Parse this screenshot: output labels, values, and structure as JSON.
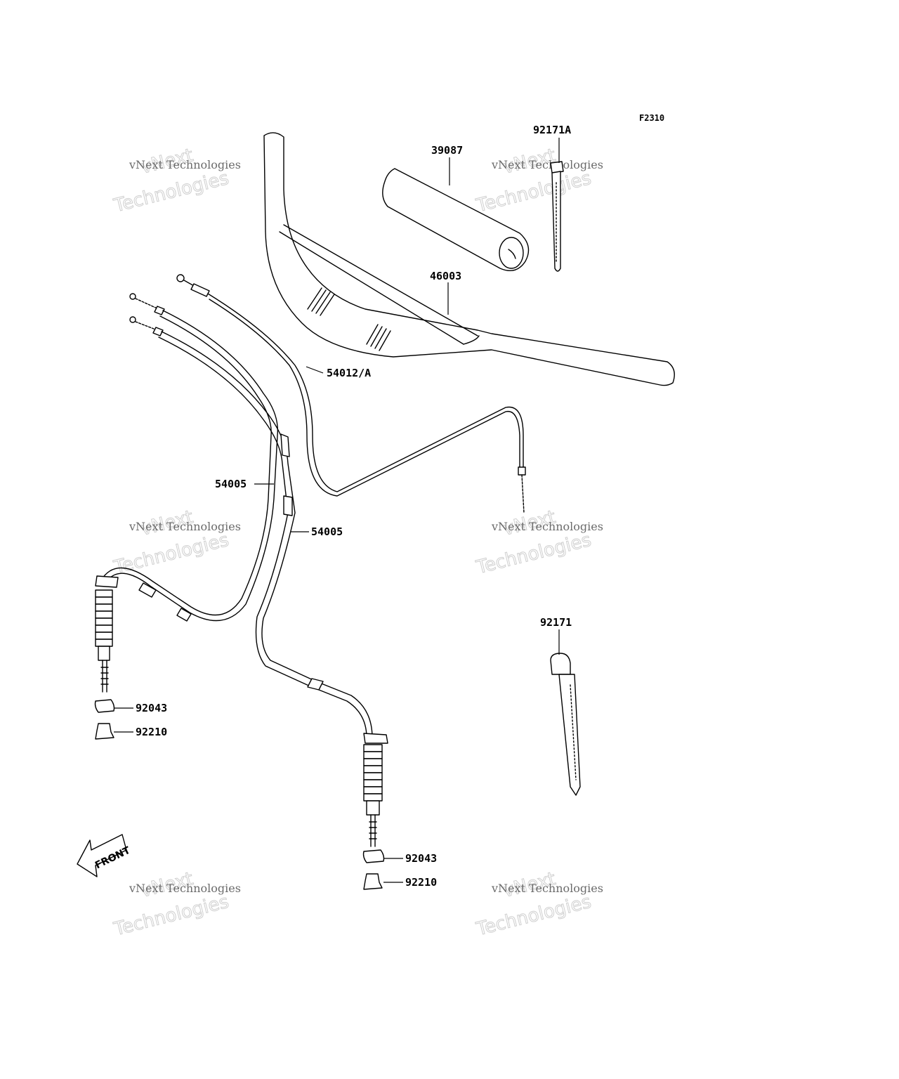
{
  "figure_code": "F2310",
  "callouts": {
    "p92171A": "92171A",
    "p39087": "39087",
    "p46003": "46003",
    "p54012A": "54012/A",
    "p54005a": "54005",
    "p54005b": "54005",
    "p92171": "92171",
    "p92043a": "92043",
    "p92210a": "92210",
    "p92043b": "92043",
    "p92210b": "92210"
  },
  "front_arrow_label": "FRONT",
  "watermark": {
    "line1": "vNext Technologies",
    "line2": "Technologies",
    "line3": "vNext"
  }
}
